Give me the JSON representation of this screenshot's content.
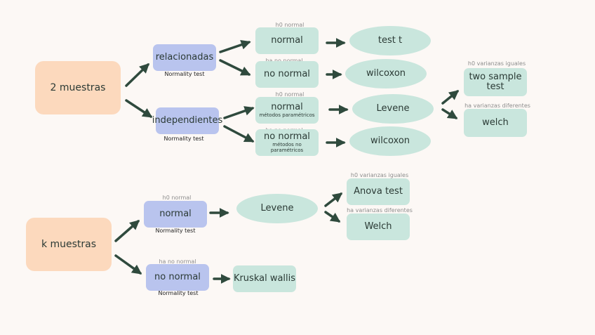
{
  "section_two": {
    "root": "2 muestras",
    "related": {
      "label": "relacionadas",
      "caption": "Normality test"
    },
    "related_normal": {
      "label": "normal",
      "hint": "h0 normal"
    },
    "related_nonnormal": {
      "label": "no normal",
      "hint": "ha no normal"
    },
    "test_t": "test t",
    "wilcoxon_related": "wilcoxon",
    "independent": {
      "label": "independientes",
      "caption": "Normality test"
    },
    "indep_normal": {
      "label": "normal",
      "hint": "h0 normal",
      "note": "métodos paramétricos"
    },
    "indep_nonnormal": {
      "label": "no normal",
      "hint": "ha no normal",
      "note": "métodos no paramétricos"
    },
    "levene": "Levene",
    "wilcoxon_indep": "wilcoxon",
    "two_sample": {
      "label": "two sample test",
      "hint": "h0 varianzas iguales"
    },
    "welch": {
      "label": "welch",
      "hint": "ha varianzas diferentes"
    }
  },
  "section_k": {
    "root": "k muestras",
    "normal": {
      "label": "normal",
      "hint": "h0 normal",
      "caption": "Normality test"
    },
    "nonnormal": {
      "label": "no normal",
      "hint": "ha no normal",
      "caption": "Normality test"
    },
    "levene": "Levene",
    "anova": {
      "label": "Anova test",
      "hint": "h0 varianzas iguales"
    },
    "welch": {
      "label": "Welch",
      "hint": "ha varianzas diferentes"
    },
    "kruskal": "Kruskal wallis"
  },
  "colors": {
    "peach": "#fcd9bd",
    "blue": "#b9c4ee",
    "mint": "#c9e6dd",
    "arrow": "#2f4a3d",
    "background": "#fcf8f5"
  }
}
